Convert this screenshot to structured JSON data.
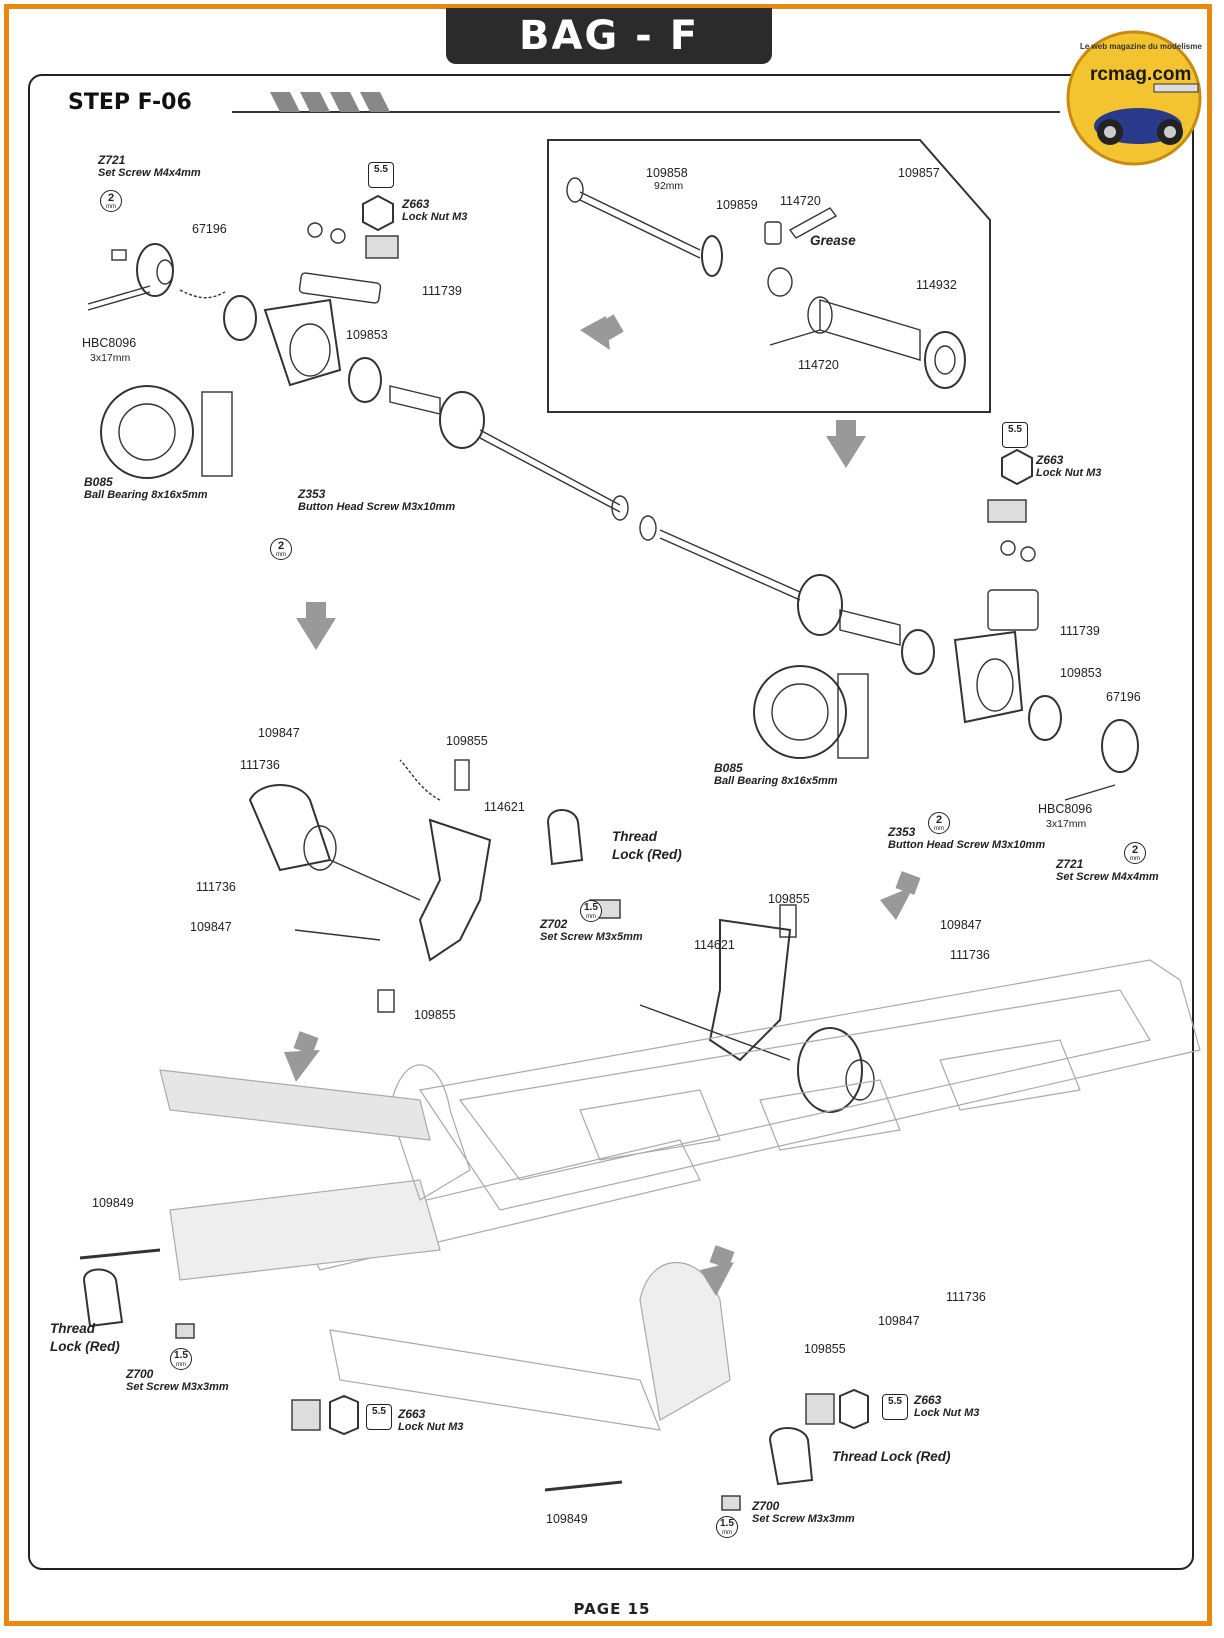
{
  "header": {
    "bag_title": "BAG - F",
    "step_title": "STEP F-06",
    "page_label": "PAGE 15"
  },
  "logo": {
    "site": "rcmag.com",
    "tagline": "Le web magazine du modelisme"
  },
  "colors": {
    "frame": "#e88a12",
    "header_bg": "#2b2b2b",
    "logo_yellow": "#f4c430"
  },
  "parts_top_left": {
    "z721_code": "Z721",
    "z721_desc": "Set Screw M4x4mm",
    "z721_tool": "2",
    "part_67196": "67196",
    "hbc8096": "HBC8096",
    "hbc8096_size": "3x17mm",
    "z663_code": "Z663",
    "z663_desc": "Lock Nut M3",
    "z663_tool": "5.5",
    "part_111739": "111739",
    "part_109853": "109853",
    "b085_code": "B085",
    "b085_desc": "Ball Bearing 8x16x5mm",
    "z353_code": "Z353",
    "z353_desc": "Button Head Screw M3x10mm",
    "z353_tool": "2"
  },
  "inset": {
    "part_109858": "109858",
    "part_109858_len": "92mm",
    "part_109857": "109857",
    "part_109859": "109859",
    "part_114720_a": "114720",
    "grease": "Grease",
    "part_114932": "114932",
    "part_114720_b": "114720"
  },
  "parts_right": {
    "z663_code": "Z663",
    "z663_desc": "Lock Nut M3",
    "z663_tool": "5.5",
    "part_111739": "111739",
    "part_109853": "109853",
    "part_67196": "67196",
    "b085_code": "B085",
    "b085_desc": "Ball Bearing 8x16x5mm",
    "hbc8096": "HBC8096",
    "hbc8096_size": "3x17mm",
    "z353_code": "Z353",
    "z353_desc": "Button Head Screw M3x10mm",
    "z353_tool": "2",
    "z721_code": "Z721",
    "z721_desc": "Set Screw M4x4mm",
    "z721_tool": "2"
  },
  "parts_mid_left": {
    "part_109847_a": "109847",
    "part_111736_a": "111736",
    "part_109855_a": "109855",
    "part_114621": "114621",
    "part_111736_b": "111736",
    "part_109847_b": "109847",
    "part_109855_b": "109855"
  },
  "parts_mid_center": {
    "thread_lock_1": "Thread",
    "thread_lock_2": "Lock (Red)",
    "z702_code": "Z702",
    "z702_desc": "Set Screw M3x5mm",
    "z702_tool": "1.5"
  },
  "parts_mid_right": {
    "part_109855": "109855",
    "part_109847": "109847",
    "part_114621": "114621",
    "part_111736": "111736",
    "part_111736_low": "111736",
    "part_109847_low": "109847",
    "part_109855_low": "109855"
  },
  "parts_bottom_left": {
    "part_109849": "109849",
    "thread_lock_1": "Thread",
    "thread_lock_2": "Lock (Red)",
    "z700_code": "Z700",
    "z700_desc": "Set Screw M3x3mm",
    "z700_tool": "1.5",
    "z663_code": "Z663",
    "z663_desc": "Lock Nut M3",
    "z663_tool": "5.5"
  },
  "parts_bottom_right": {
    "z663_code": "Z663",
    "z663_desc": "Lock Nut M3",
    "z663_tool": "5.5",
    "thread_lock": "Thread Lock (Red)",
    "part_109849": "109849",
    "z700_code": "Z700",
    "z700_desc": "Set Screw M3x3mm",
    "z700_tool": "1.5"
  }
}
